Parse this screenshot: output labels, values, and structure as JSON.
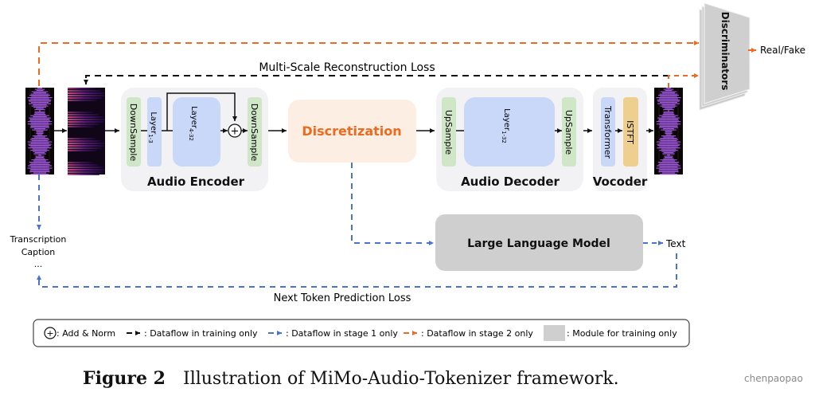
{
  "figure": {
    "caption_label": "Figure 2",
    "caption_text": "Illustration of MiMo-Audio-Tokenizer framework.",
    "watermark": "chenpaopao"
  },
  "colors": {
    "orange_dataflow": "#ee6a1f",
    "blue_dataflow": "#4a73d1",
    "black_dataflow": "#111111",
    "module_bg": "#f2f2f4",
    "sample_green": "#cfe6c7",
    "layer_blue": "#c9d8f8",
    "istft_yellow": "#efcf8f",
    "discretization_bg": "#fdeee4",
    "discretization_text": "#ee6a1f",
    "training_gray": "#d0cfd0"
  },
  "losses": {
    "reconstruction": "Multi-Scale Reconstruction Loss",
    "next_token": "Next Token Prediction Loss"
  },
  "encoder": {
    "title": "Audio Encoder",
    "downsample_in": "DownSample",
    "layer_a": "Layer",
    "layer_a_sub": "1-3",
    "layer_b": "Layer",
    "layer_b_sub": "4-32",
    "add_symbol": "+",
    "downsample_out": "DownSample"
  },
  "discretization": {
    "label": "Discretization"
  },
  "decoder": {
    "title": "Audio Decoder",
    "upsample_in": "UpSample",
    "layer": "Layer",
    "layer_sub": "1-32",
    "upsample_out": "UpSample"
  },
  "vocoder": {
    "title": "Vocoder",
    "transformer": "Transformer",
    "istft": "ISTFT"
  },
  "discriminators": {
    "label": "Discriminators",
    "output": "Real/Fake"
  },
  "llm": {
    "label": "Large Language Model",
    "output": "Text"
  },
  "targets": {
    "line1": "Transcription",
    "line2": "Caption",
    "line3": "..."
  },
  "legend": {
    "add_norm": ": Add & Norm",
    "training_only": ": Dataflow in training only",
    "stage1_only": ": Dataflow in stage 1 only",
    "stage2_only": ": Dataflow in stage 2 only",
    "module_training": ": Module for training only",
    "add_symbol": "+"
  }
}
